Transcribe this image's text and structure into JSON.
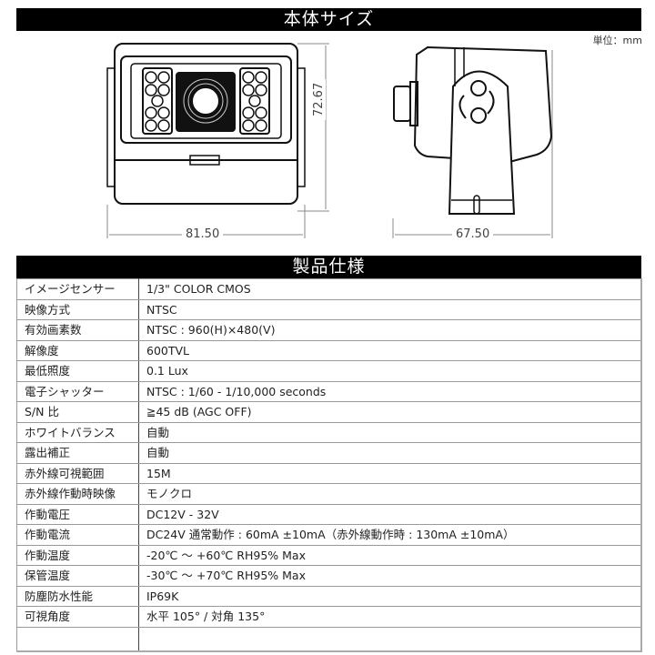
{
  "section1": {
    "title": "本体サイズ",
    "unit_label": "単位：mm"
  },
  "drawing": {
    "front_view": {
      "width_label": "81.50",
      "height_label": "72.67"
    },
    "side_view": {
      "depth_label": "67.50"
    }
  },
  "section2": {
    "title": "製品仕様"
  },
  "specs": [
    {
      "key": "イメージセンサー",
      "value": "1/3\" COLOR  CMOS"
    },
    {
      "key": "映像方式",
      "value": "NTSC"
    },
    {
      "key": "有効画素数",
      "value": "NTSC : 960(H)×480(V)"
    },
    {
      "key": "解像度",
      "value": "600TVL"
    },
    {
      "key": "最低照度",
      "value": "0.1 Lux"
    },
    {
      "key": "電子シャッター",
      "value": "NTSC : 1/60 - 1/10,000 seconds"
    },
    {
      "key": "S/N 比",
      "value": "≧45 dB (AGC  OFF)"
    },
    {
      "key": "ホワイトバランス",
      "value": "自動"
    },
    {
      "key": "露出補正",
      "value": "自動"
    },
    {
      "key": "赤外線可視範囲",
      "value": "15M"
    },
    {
      "key": "赤外線作動時映像",
      "value": "モノクロ"
    },
    {
      "key": "作動電圧",
      "value": "DC12V - 32V"
    },
    {
      "key": "作動電流",
      "value": "DC24V 通常動作 : 60mA ±10mA（赤外線動作時 : 130mA ±10mA）"
    },
    {
      "key": "作動温度",
      "value": "-20℃ ～ +60℃  RH95%  Max"
    },
    {
      "key": "保管温度",
      "value": "-30℃ ～ +70℃  RH95%  Max"
    },
    {
      "key": "防塵防水性能",
      "value": "IP69K"
    },
    {
      "key": "可視角度",
      "value": "水平 105°  / 対角 135°"
    },
    {
      "key": "",
      "value": ""
    }
  ]
}
